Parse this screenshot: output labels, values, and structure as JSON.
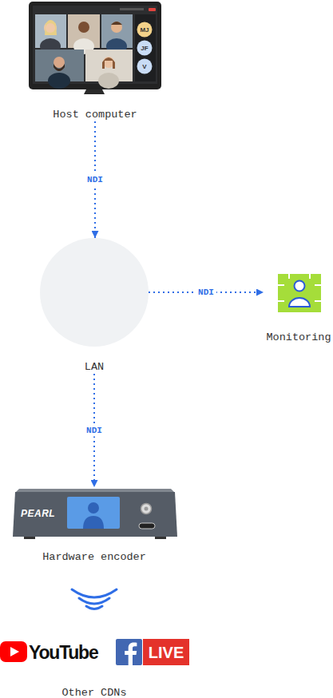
{
  "diagram": {
    "nodes": [
      {
        "text": [
          "Host computer"
        ]
      },
      {
        "text": [
          "LAN"
        ]
      },
      {
        "text": [
          "Monitoring"
        ]
      },
      {
        "text": [
          "Hardware encoder"
        ]
      }
    ],
    "edges": [
      {
        "from": 0,
        "to": 1,
        "label": "NDI",
        "arrow": "to"
      },
      {
        "from": 1,
        "to": 2,
        "label": "NDI",
        "arrow": "to"
      },
      {
        "from": 1,
        "to": 3,
        "label": "NDI",
        "arrow": "to"
      }
    ],
    "labels": [
      "MJ",
      "JF",
      "V",
      "PEARL",
      "YouTube",
      "LIVE",
      "Other CDNs"
    ]
  }
}
